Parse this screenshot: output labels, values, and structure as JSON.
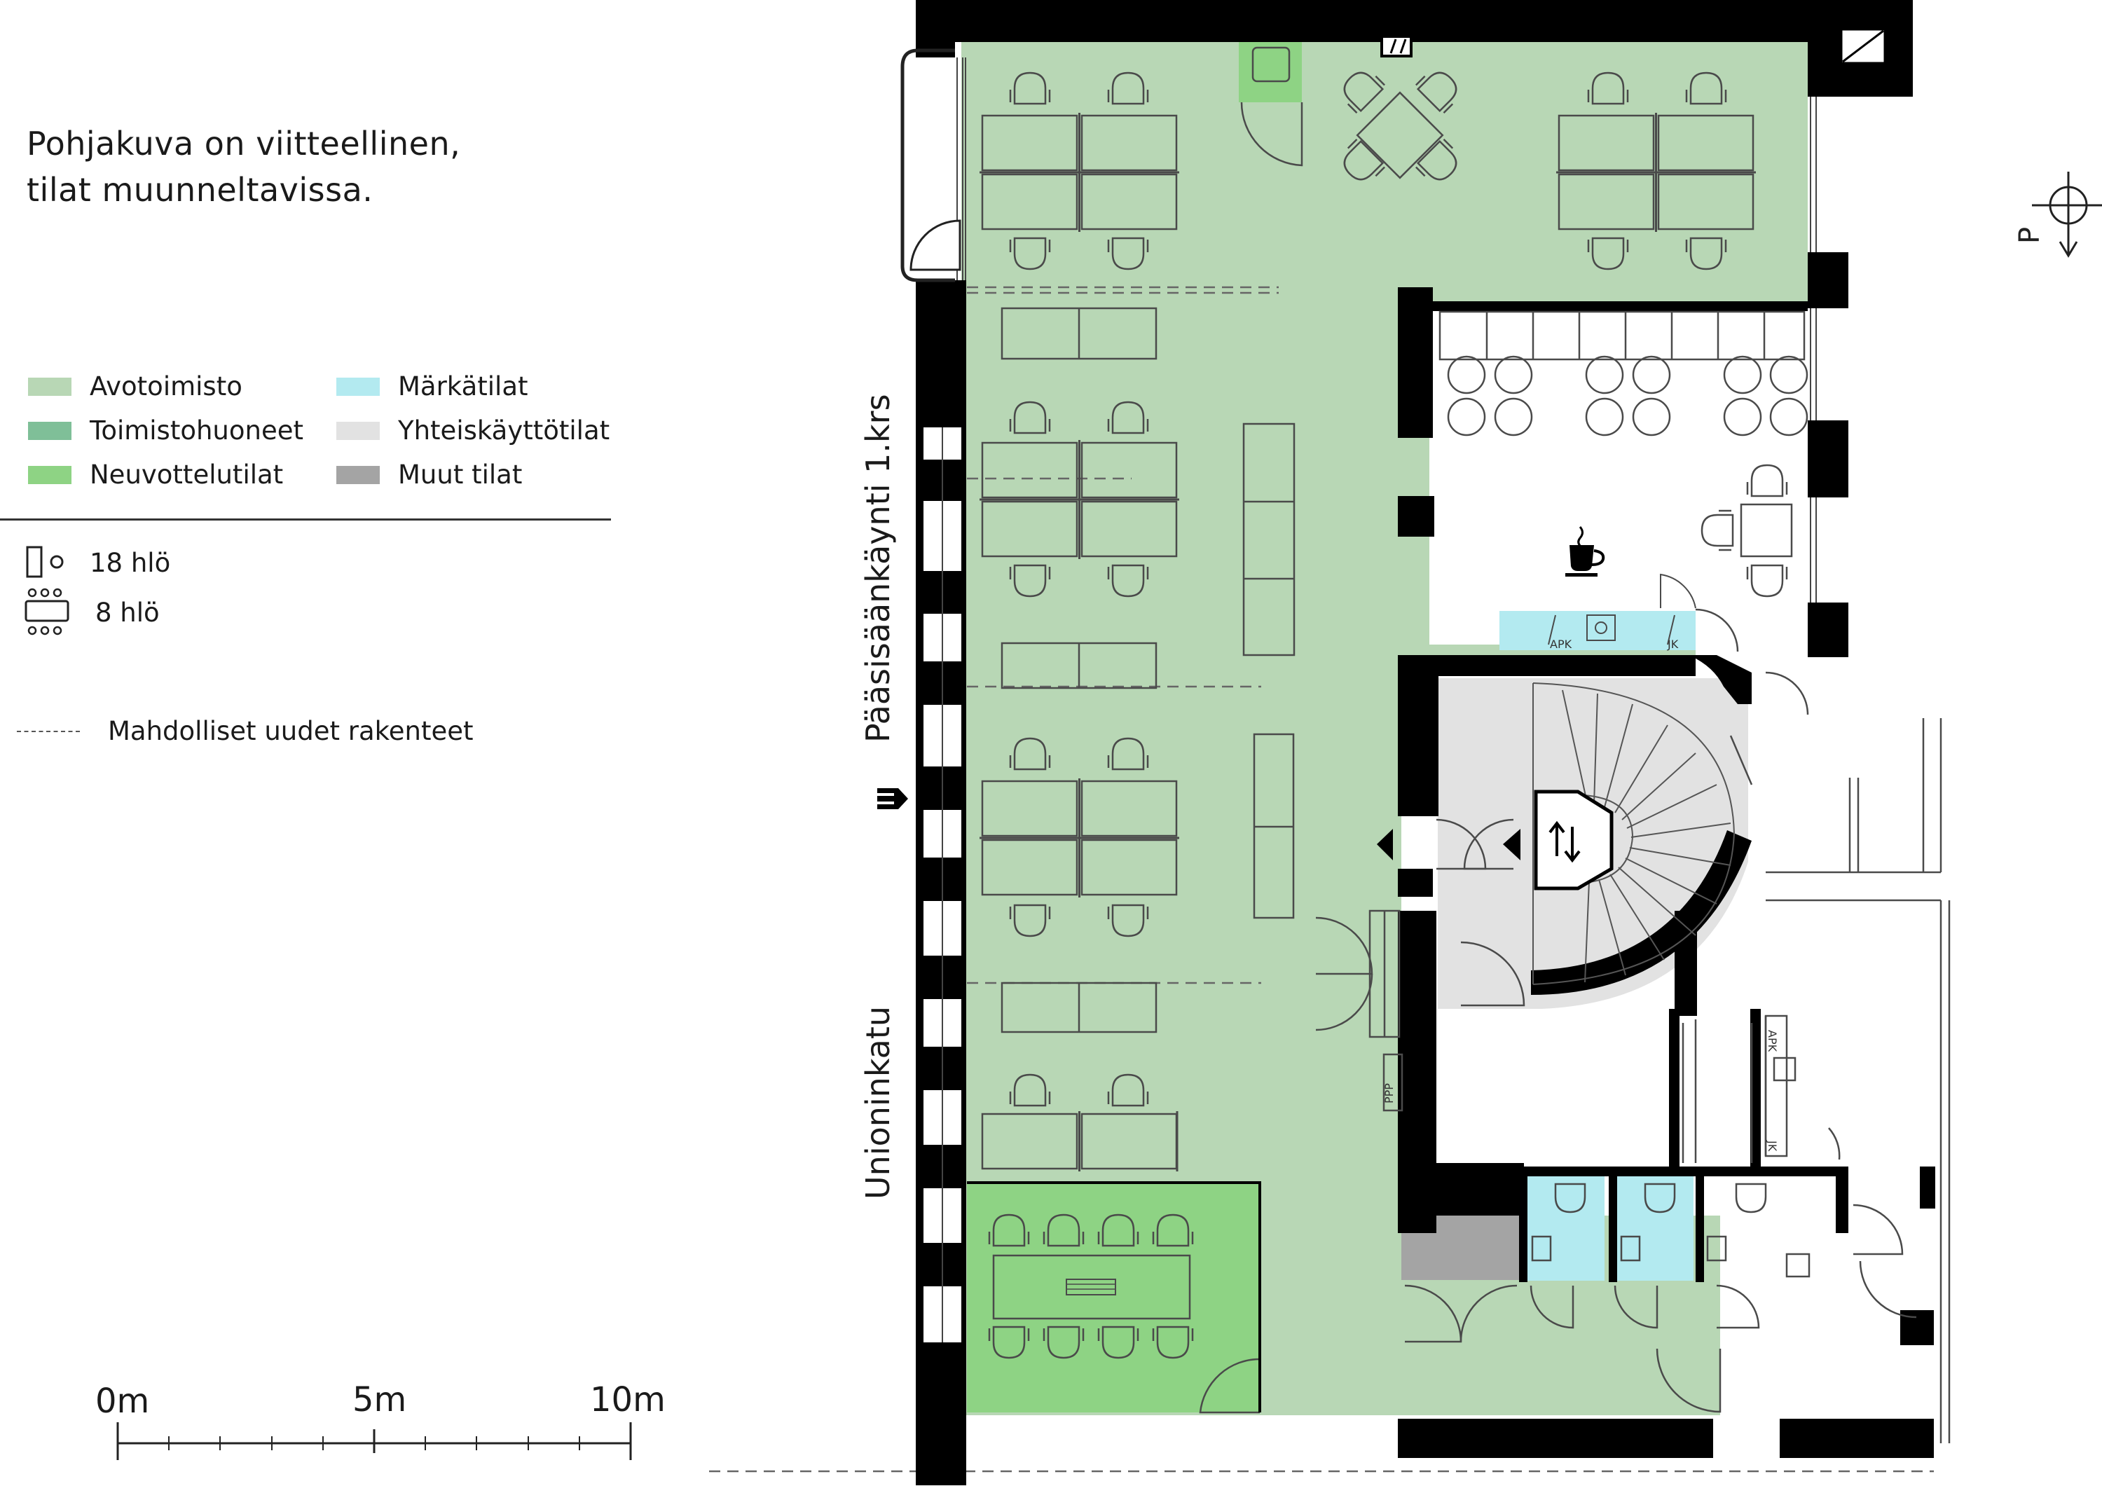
{
  "note": {
    "line1": "Pohjakuva on viitteellinen,",
    "line2": "tilat muunneltavissa."
  },
  "legend": {
    "items": [
      {
        "label": "Avotoimisto",
        "color": "#b8d7b5"
      },
      {
        "label": "Toimistohuoneet",
        "color": "#7fbf98"
      },
      {
        "label": "Neuvottelutilat",
        "color": "#8ed384"
      },
      {
        "label": "Märkätilat",
        "color": "#b3eaf0"
      },
      {
        "label": "Yhteiskäyttötilat",
        "color": "#e2e2e2"
      },
      {
        "label": "Muut tilat",
        "color": "#a4a4a4"
      }
    ]
  },
  "capacity": {
    "workstations": "18 hlö",
    "meeting": "8 hlö"
  },
  "dashed_legend": "Mahdolliset uudet rakenteet",
  "scale": {
    "zero": "0m",
    "five": "5m",
    "ten": "10m"
  },
  "streets": {
    "entrance": "Pääsisäänkäynti 1.krs",
    "street": "Unioninkatu"
  },
  "labels": {
    "apk_top": "APK",
    "jk_top": "JK",
    "apk_right": "APK",
    "jk_right": "JK",
    "ppp": "PPP",
    "north": "P"
  },
  "colors": {
    "wall": "#000000",
    "open_office": "#b8d7b5",
    "meeting": "#8ed384",
    "wet": "#b3eaf0",
    "shared": "#e2e2e2",
    "other": "#a4a4a4",
    "line": "#4a4a4a"
  }
}
